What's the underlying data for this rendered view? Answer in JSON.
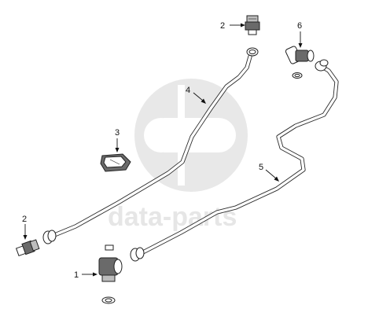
{
  "watermark": {
    "text": "data-parts"
  },
  "callouts": [
    {
      "id": "callout-2-top",
      "label": "2"
    },
    {
      "id": "callout-6",
      "label": "6"
    },
    {
      "id": "callout-4",
      "label": "4"
    },
    {
      "id": "callout-3",
      "label": "3"
    },
    {
      "id": "callout-5",
      "label": "5"
    },
    {
      "id": "callout-2-left",
      "label": "2"
    },
    {
      "id": "callout-1",
      "label": "1"
    }
  ]
}
